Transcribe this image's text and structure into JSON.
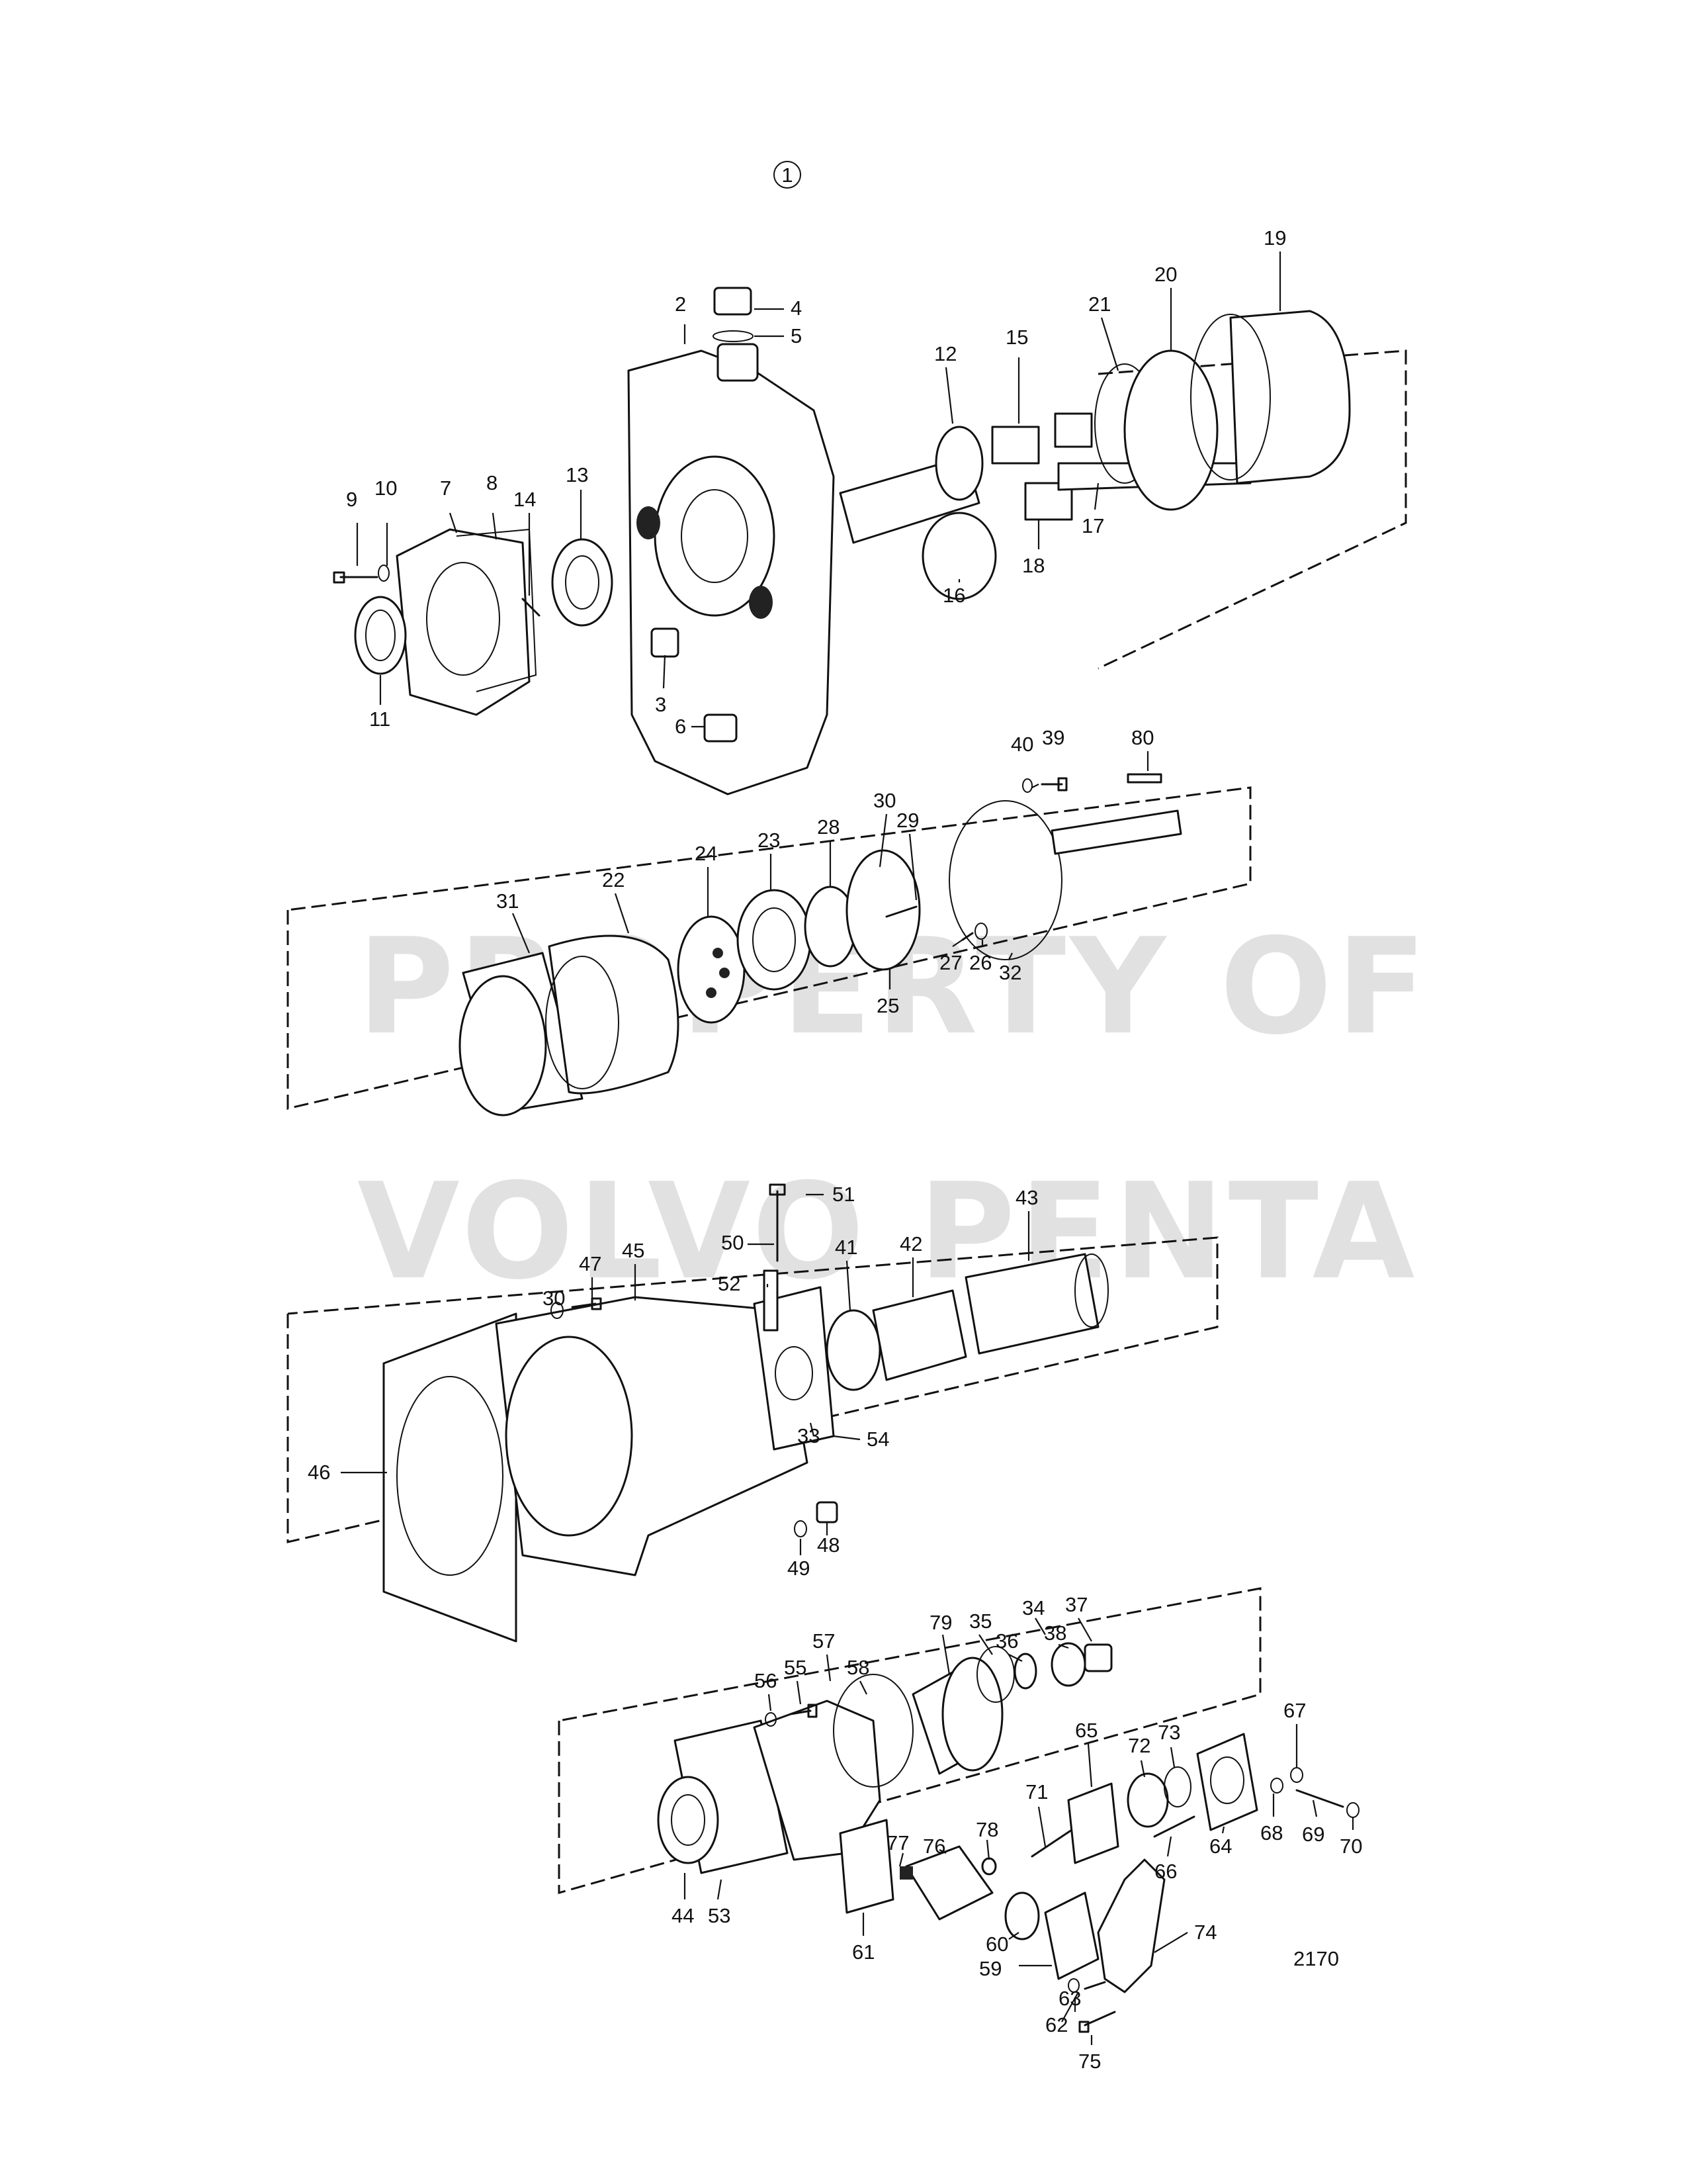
{
  "figure": {
    "view_marker": "1",
    "drawing_number": "2170",
    "watermark_line1": "PROPERTY OF",
    "watermark_line2": "VOLVO PENTA"
  },
  "part_labels": [
    "2",
    "3",
    "4",
    "5",
    "6",
    "7",
    "8",
    "9",
    "10",
    "11",
    "12",
    "13",
    "14",
    "15",
    "16",
    "17",
    "18",
    "19",
    "20",
    "21",
    "22",
    "23",
    "24",
    "25",
    "26",
    "27",
    "28",
    "29",
    "30",
    "31",
    "32",
    "33",
    "34",
    "35",
    "36",
    "37",
    "38",
    "39",
    "40",
    "41",
    "42",
    "43",
    "44",
    "45",
    "46",
    "47",
    "48",
    "49",
    "50",
    "51",
    "52",
    "53",
    "54",
    "55",
    "56",
    "57",
    "58",
    "59",
    "60",
    "61",
    "62",
    "63",
    "64",
    "65",
    "66",
    "67",
    "68",
    "69",
    "70",
    "71",
    "72",
    "73",
    "74",
    "75",
    "76",
    "77",
    "78",
    "79",
    "80"
  ],
  "labels": {
    "p2": "2",
    "p3": "3",
    "p4": "4",
    "p5": "5",
    "p6": "6",
    "p7": "7",
    "p8": "8",
    "p9": "9",
    "p10": "10",
    "p11": "11",
    "p12": "12",
    "p13": "13",
    "p14": "14",
    "p15": "15",
    "p16": "16",
    "p17": "17",
    "p18": "18",
    "p19": "19",
    "p20": "20",
    "p21": "21",
    "p22": "22",
    "p23": "23",
    "p24": "24",
    "p25": "25",
    "p26": "26",
    "p27": "27",
    "p28": "28",
    "p29": "29",
    "p30a": "30",
    "p30b": "30",
    "p31": "31",
    "p32": "32",
    "p33": "33",
    "p34": "34",
    "p35": "35",
    "p36": "36",
    "p37": "37",
    "p38": "38",
    "p39": "39",
    "p40": "40",
    "p41": "41",
    "p42": "42",
    "p43": "43",
    "p44": "44",
    "p45": "45",
    "p46": "46",
    "p47": "47",
    "p48": "48",
    "p49": "49",
    "p50": "50",
    "p51": "51",
    "p52": "52",
    "p53": "53",
    "p54": "54",
    "p55": "55",
    "p56": "56",
    "p57": "57",
    "p58": "58",
    "p59": "59",
    "p60": "60",
    "p61": "61",
    "p62": "62",
    "p63": "63",
    "p64": "64",
    "p65": "65",
    "p66": "66",
    "p67": "67",
    "p68": "68",
    "p69": "69",
    "p70": "70",
    "p71": "71",
    "p72": "72",
    "p73": "73",
    "p74": "74",
    "p75": "75",
    "p76": "76",
    "p77": "77",
    "p78": "78",
    "p79": "79",
    "p80": "80"
  }
}
